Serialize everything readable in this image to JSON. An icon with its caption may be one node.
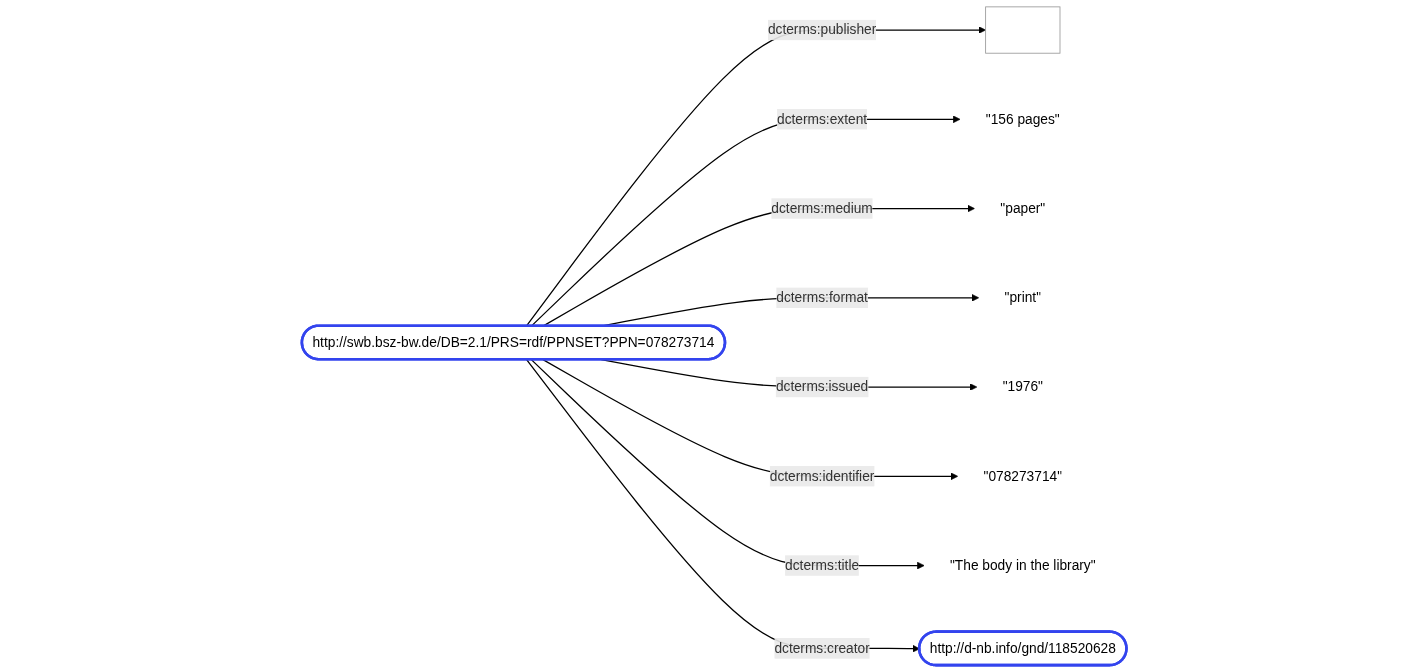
{
  "diagram": {
    "nodes": [
      {
        "text": [
          "http://swb.bsz-bw.de/DB=2.1/PRS=rdf/PPNSET?PPN=078273714"
        ]
      },
      {
        "text": [],
        "shape": "box"
      },
      {
        "text": [
          "\"156 pages\""
        ]
      },
      {
        "text": [
          "\"paper\""
        ]
      },
      {
        "text": [
          "\"print\""
        ]
      },
      {
        "text": [
          "\"1976\""
        ]
      },
      {
        "text": [
          "\"078273714\""
        ]
      },
      {
        "text": [
          "\"The body in the library\""
        ]
      },
      {
        "text": [
          "http://d-nb.info/gnd/118520628"
        ]
      }
    ],
    "edges": [
      {
        "from": 0,
        "to": 1,
        "arrow": "to",
        "label": "dcterms:publisher"
      },
      {
        "from": 0,
        "to": 2,
        "arrow": "to",
        "label": "dcterms:extent"
      },
      {
        "from": 0,
        "to": 3,
        "arrow": "to",
        "label": "dcterms:medium"
      },
      {
        "from": 0,
        "to": 4,
        "arrow": "to",
        "label": "dcterms:format"
      },
      {
        "from": 0,
        "to": 5,
        "arrow": "to",
        "label": "dcterms:issued"
      },
      {
        "from": 0,
        "to": 6,
        "arrow": "to",
        "label": "dcterms:identifier"
      },
      {
        "from": 0,
        "to": 7,
        "arrow": "to",
        "label": "dcterms:title"
      },
      {
        "from": 0,
        "to": 8,
        "arrow": "to",
        "label": "dcterms:creator"
      }
    ]
  }
}
